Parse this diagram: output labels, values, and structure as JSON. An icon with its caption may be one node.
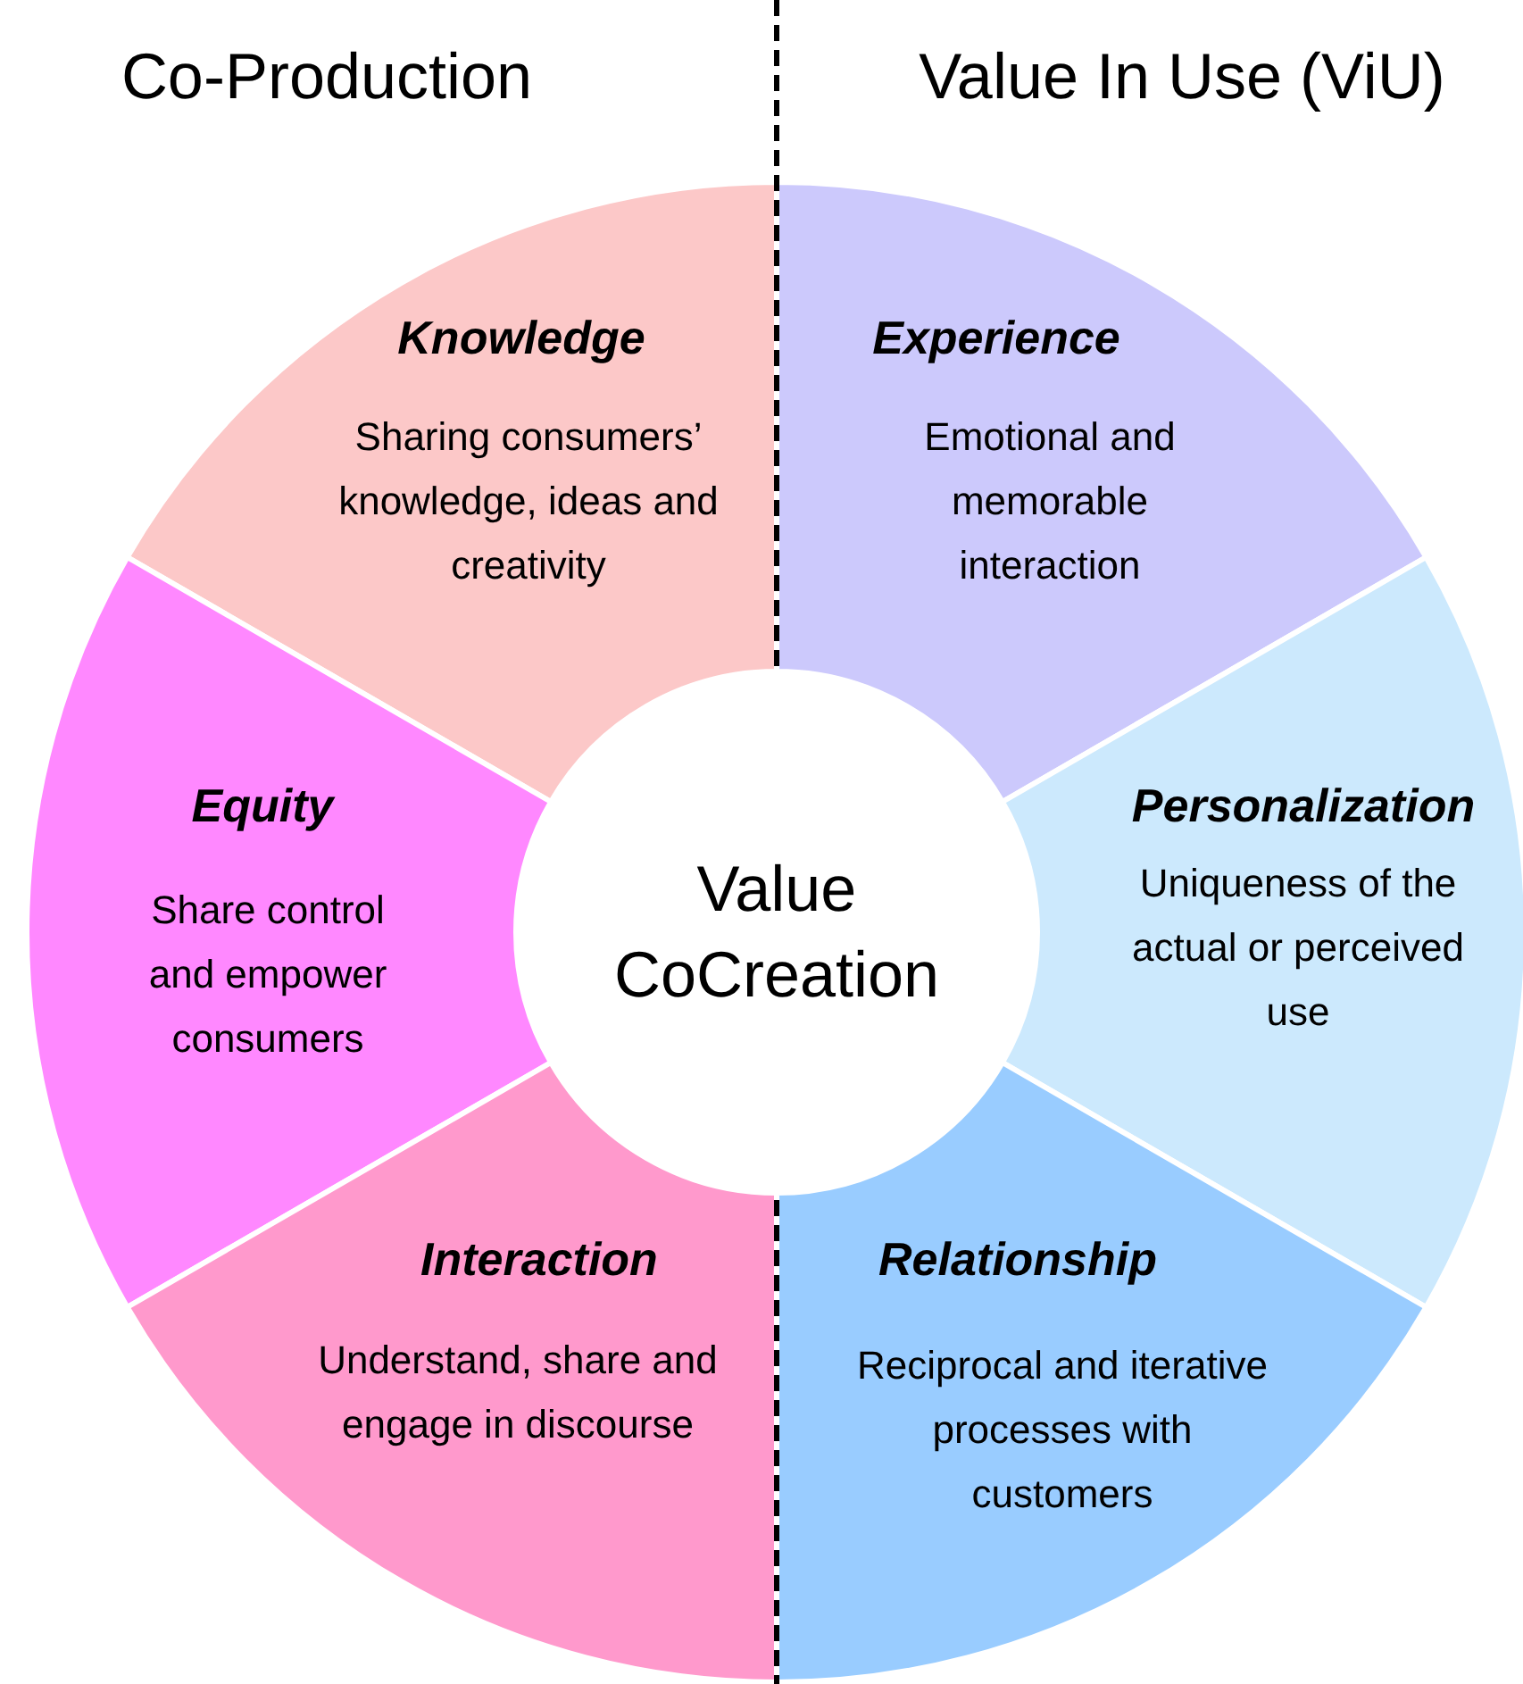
{
  "diagram": {
    "nodes": [
      {
        "text": [
          "Knowledge",
          "Sharing consumers’ knowledge, ideas and creativity"
        ]
      },
      {
        "text": [
          "Experience",
          "Emotional and memorable interaction"
        ]
      },
      {
        "text": [
          "Equity",
          "Share control and empower consumers"
        ]
      },
      {
        "text": [
          "Value CoCreation"
        ]
      },
      {
        "text": [
          "Personalization",
          "Uniqueness of the actual or perceived use"
        ]
      },
      {
        "text": [
          "Interaction",
          "Understand, share and engage in discourse"
        ]
      },
      {
        "text": [
          "Relationship",
          "Reciprocal and iterative processes with customers"
        ]
      }
    ],
    "edges": [],
    "labels": [
      "Co-Production",
      "Value In Use (ViU)"
    ]
  }
}
